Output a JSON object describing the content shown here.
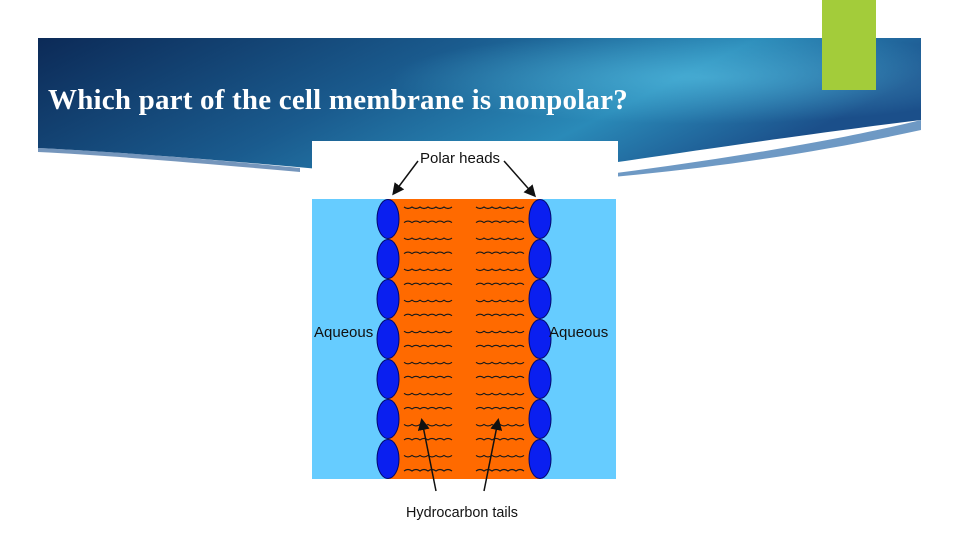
{
  "slide": {
    "title": "Which part of the cell membrane is nonpolar?"
  },
  "figure": {
    "label_top": "Polar heads",
    "label_left": "Aqueous",
    "label_right": "Aqueous",
    "label_bottom": "Hydrocarbon tails"
  },
  "colors": {
    "banner_dark": "#0d2f5e",
    "banner_light": "#2b8fb8",
    "accent_green": "#a3cc3a",
    "aqueous": "#66ccff",
    "tails": "#ff6a00",
    "heads": "#0a1ff0"
  },
  "icons": [
    "arrow-icon"
  ]
}
